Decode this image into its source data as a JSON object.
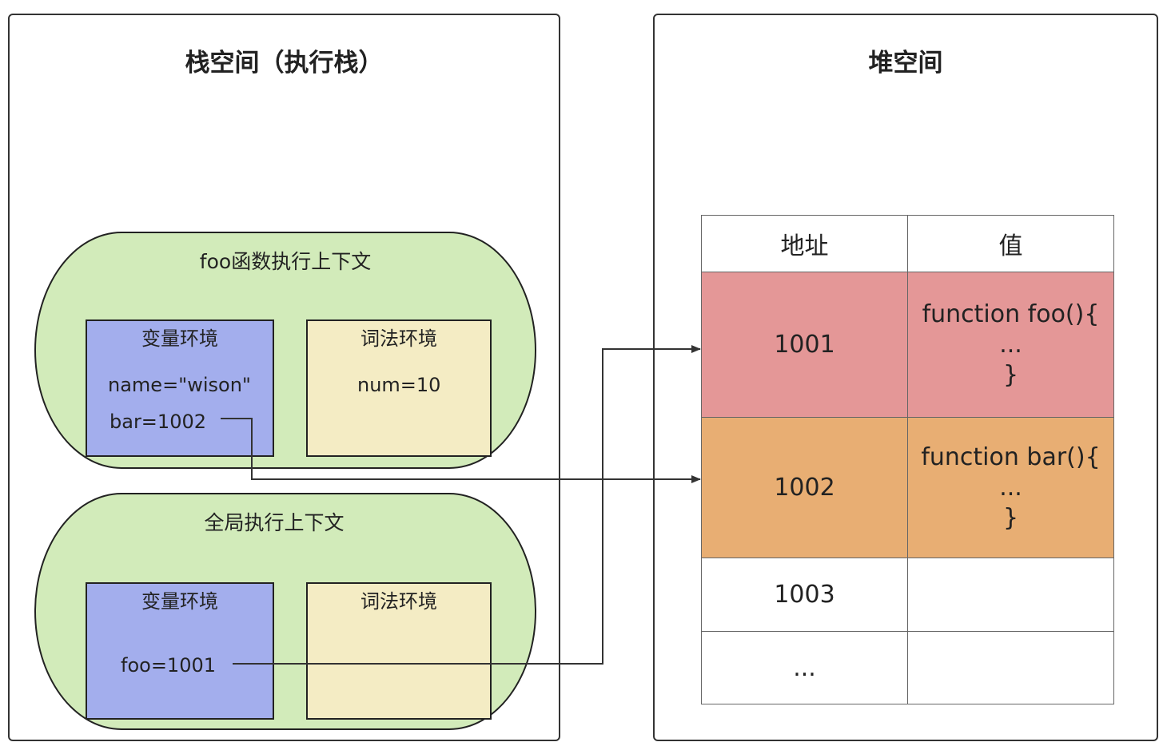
{
  "stack": {
    "title": "栈空间（执行栈）",
    "foo_context": {
      "label": "foo函数执行上下文",
      "variable_env": {
        "title": "变量环境",
        "lines": [
          "name=\"wison\"",
          "bar=1002"
        ]
      },
      "lexical_env": {
        "title": "词法环境",
        "lines": [
          "num=10"
        ]
      }
    },
    "global_context": {
      "label": "全局执行上下文",
      "variable_env": {
        "title": "变量环境",
        "lines": [
          "foo=1001"
        ]
      },
      "lexical_env": {
        "title": "词法环境",
        "lines": []
      }
    }
  },
  "heap": {
    "title": "堆空间",
    "headers": [
      "地址",
      "值"
    ],
    "rows": [
      {
        "address": "1001",
        "value": [
          "function foo(){",
          "...",
          "}"
        ],
        "color": "#e49797"
      },
      {
        "address": "1002",
        "value": [
          "function bar(){",
          "...",
          "}"
        ],
        "color": "#e8ae73"
      },
      {
        "address": "1003",
        "value": [],
        "color": "#ffffff"
      },
      {
        "address": "...",
        "value": [],
        "color": "#ffffff"
      }
    ]
  },
  "colors": {
    "context_bg": "#d2ebba",
    "variable_env_bg": "#a3aeed",
    "lexical_env_bg": "#f4ecc4"
  }
}
